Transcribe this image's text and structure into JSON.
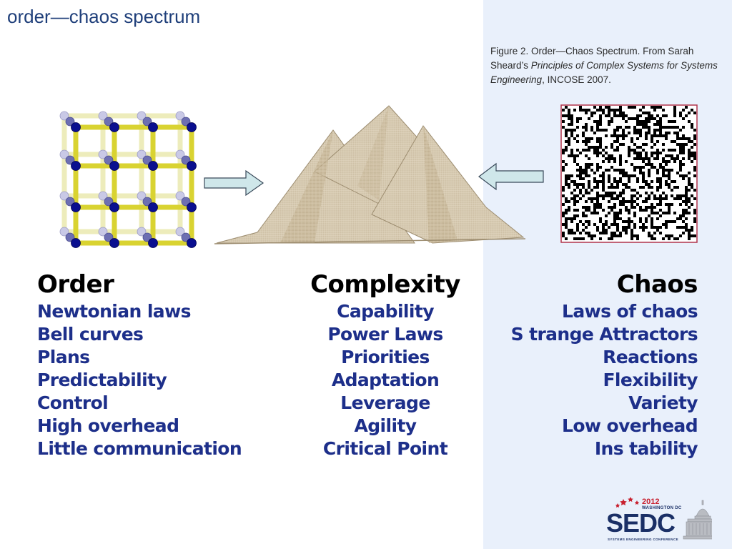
{
  "title": "order—chaos spectrum",
  "caption": {
    "prefix": "Figure 2. Order—Chaos Spectrum. From Sarah Sheard’s ",
    "book": "Principles of Complex Systems for Systems Engineering",
    "suffix": ", INCOSE 2007."
  },
  "columns": {
    "order": {
      "heading": "Order",
      "items": [
        "Newtonian laws",
        "Bell curves",
        "Plans",
        "Predictability",
        "Control",
        "High overhead",
        "Little communication"
      ]
    },
    "complexity": {
      "heading": "Complexity",
      "items": [
        "Capability",
        "Power Laws",
        "Priorities",
        "Adaptation",
        "Leverage",
        "Agility",
        "Critical Point"
      ]
    },
    "chaos": {
      "heading": "Chaos",
      "items": [
        "Laws of chaos",
        "S trange Attractors",
        "Reactions",
        "Flexibility",
        "Variety",
        "Low overhead",
        "Ins tability"
      ]
    }
  },
  "logo": {
    "year": "2012",
    "city": "WASHINGTON DC",
    "wordmark": "SEDC",
    "subtitle": "SYSTEMS ENGINEERING CONFERENCE"
  },
  "colors": {
    "panel": "#e9f0fb",
    "list_text": "#1d2f8a",
    "heading_text": "#000000",
    "lattice": "#d9d331",
    "node": "#0a0f8f",
    "arrow": "#cfe7ea",
    "chaos_border": "#b0334a"
  },
  "icons": [
    "lattice-icon",
    "pyramids-icon",
    "noise-square-icon",
    "arrow-right-icon",
    "arrow-left-icon",
    "capitol-icon",
    "stars-icon"
  ]
}
